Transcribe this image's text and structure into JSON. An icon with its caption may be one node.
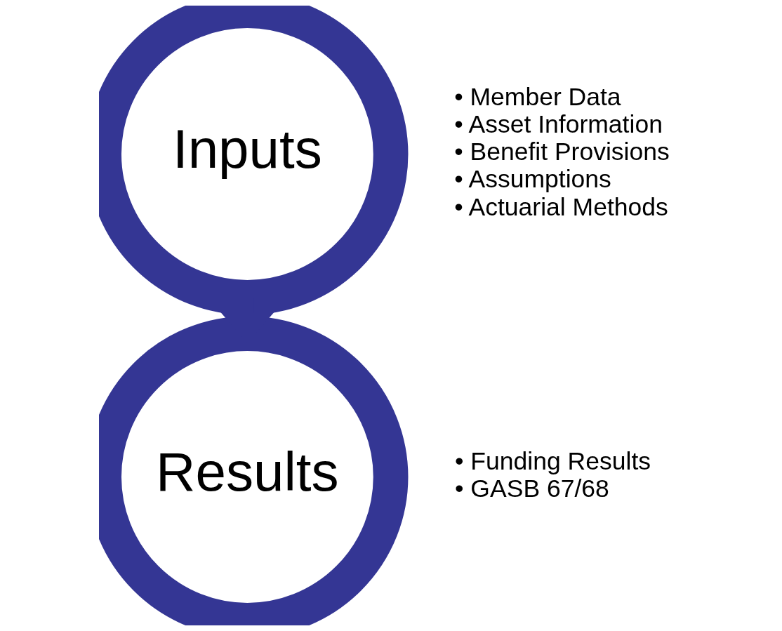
{
  "diagram": {
    "nodes": [
      {
        "text": [
          "Inputs"
        ],
        "beside": [
          "• Member Data",
          "• Asset Information",
          "• Benefit Provisions",
          "• Assumptions",
          "• Actuarial Methods"
        ]
      },
      {
        "text": [
          "Results"
        ],
        "beside": [
          "• Funding Results",
          "• GASB 67/68"
        ]
      }
    ],
    "edges": [
      {
        "from": 0,
        "to": 1,
        "arrow": "to"
      }
    ]
  }
}
